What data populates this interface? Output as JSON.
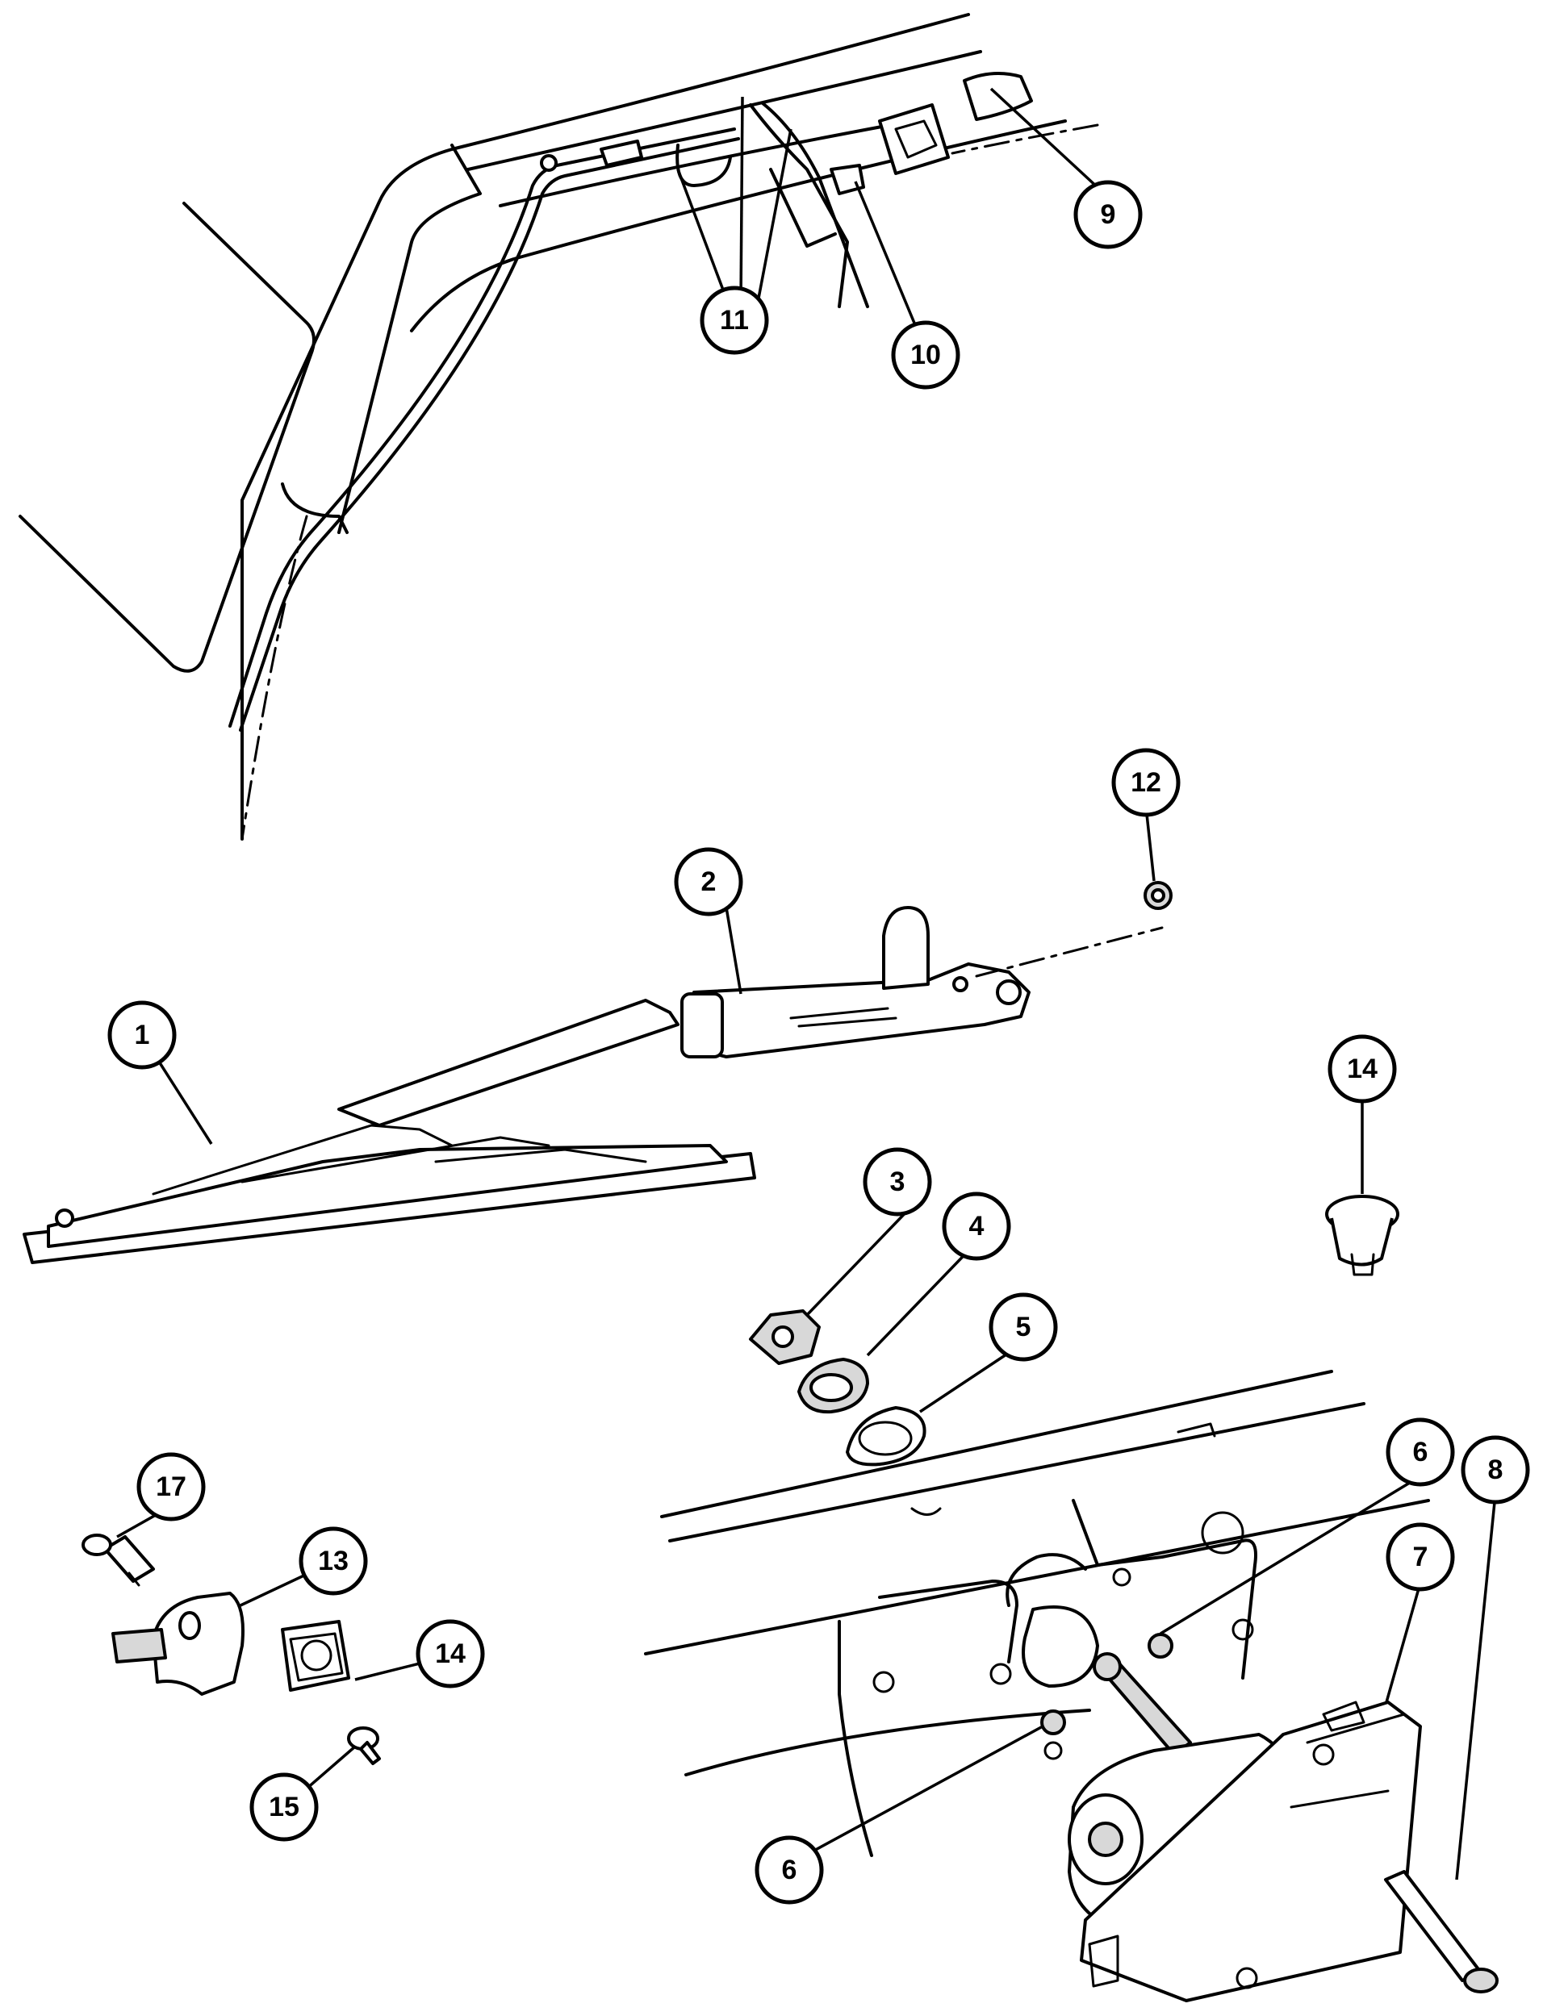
{
  "diagram": {
    "callouts": [
      {
        "id": "c1",
        "label": "1"
      },
      {
        "id": "c2",
        "label": "2"
      },
      {
        "id": "c3",
        "label": "3"
      },
      {
        "id": "c4",
        "label": "4"
      },
      {
        "id": "c5",
        "label": "5"
      },
      {
        "id": "c6a",
        "label": "6"
      },
      {
        "id": "c6b",
        "label": "6"
      },
      {
        "id": "c7",
        "label": "7"
      },
      {
        "id": "c8",
        "label": "8"
      },
      {
        "id": "c9",
        "label": "9"
      },
      {
        "id": "c10",
        "label": "10"
      },
      {
        "id": "c11",
        "label": "11"
      },
      {
        "id": "c12",
        "label": "12"
      },
      {
        "id": "c13",
        "label": "13"
      },
      {
        "id": "c14a",
        "label": "14"
      },
      {
        "id": "c14b",
        "label": "14"
      },
      {
        "id": "c15",
        "label": "15"
      },
      {
        "id": "c17",
        "label": "17"
      }
    ]
  }
}
